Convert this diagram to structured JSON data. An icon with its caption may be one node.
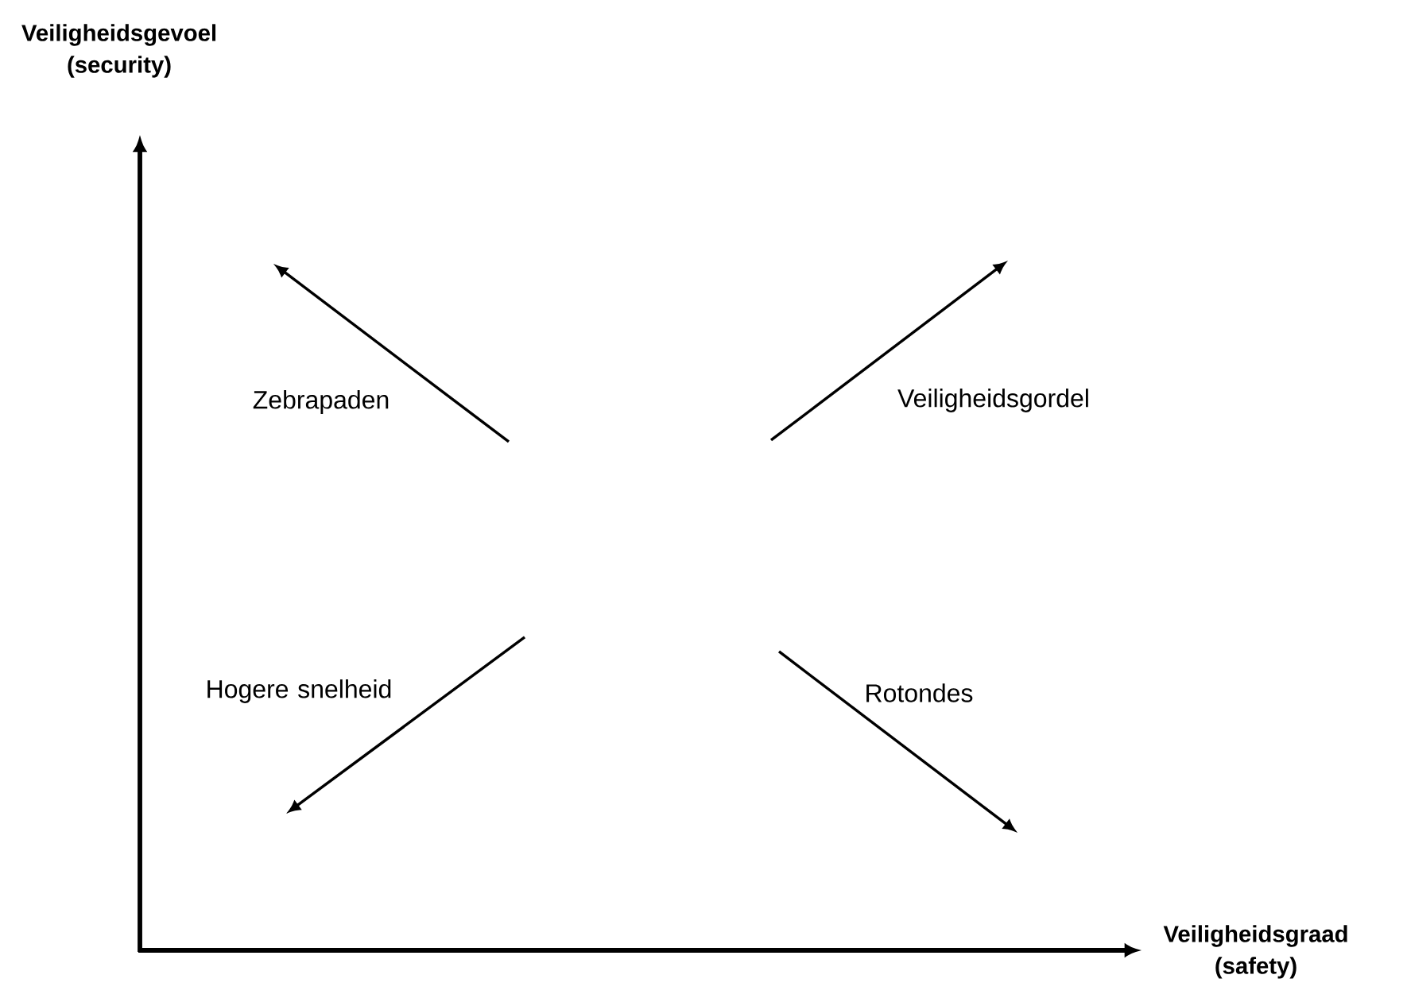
{
  "diagram": {
    "labels": [
      "Veiligheidsgevoel (security)",
      "Zebrapaden",
      "Veiligheidsgordel",
      "Hogere snelheid",
      "Rotondes",
      "Veiligheidsgraad (safety)"
    ]
  }
}
